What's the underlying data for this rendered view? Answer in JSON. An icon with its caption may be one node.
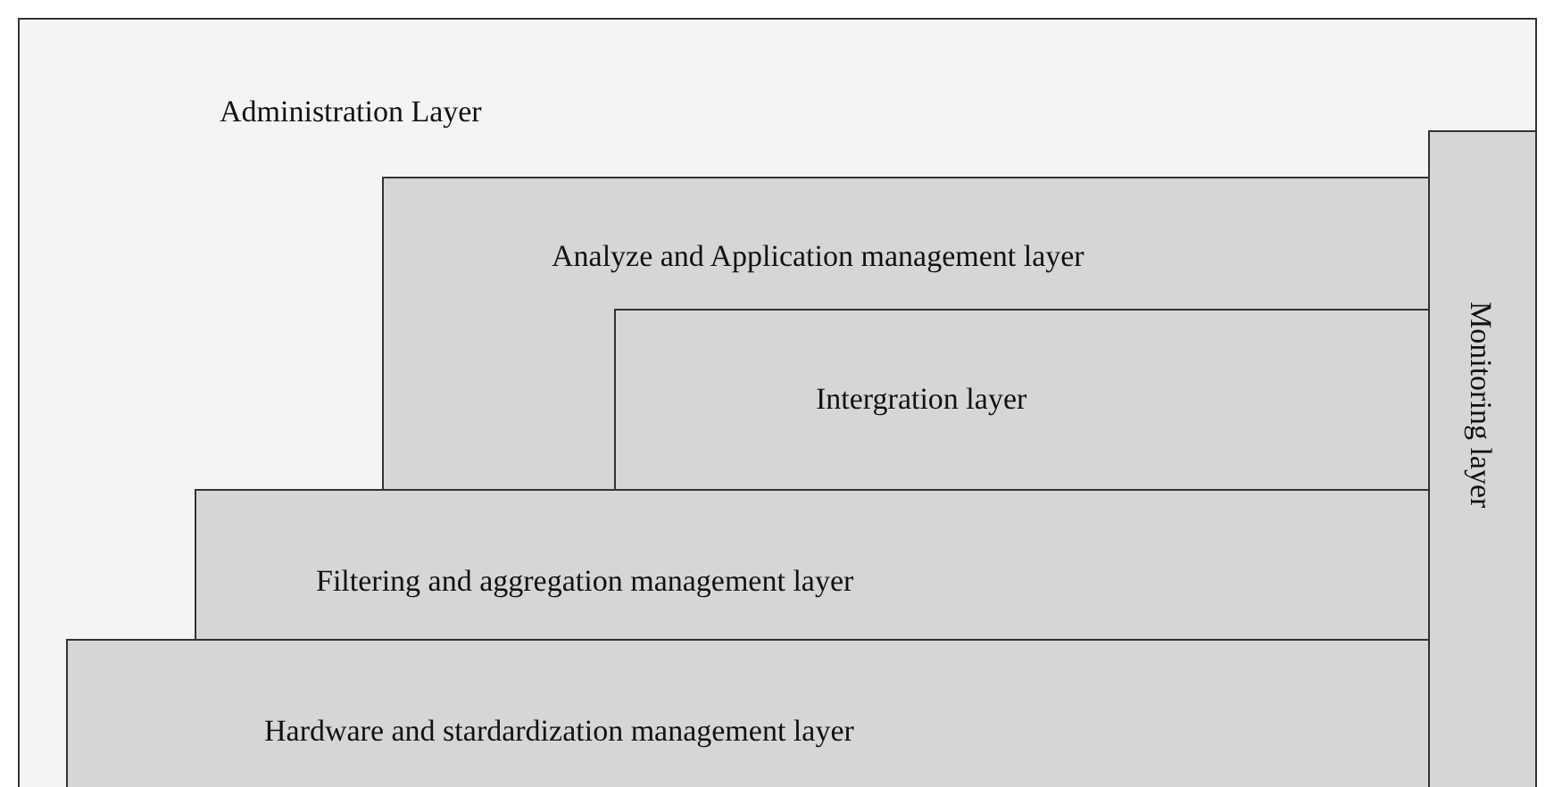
{
  "diagram": {
    "nodes": [
      {
        "text": [
          "Administration Layer"
        ]
      },
      {
        "text": [
          "Analyze and Application management layer"
        ],
        "in": 0
      },
      {
        "text": [
          "Intergration layer"
        ],
        "in": 1
      },
      {
        "text": [
          "Filtering and aggregation management layer"
        ],
        "in": 0
      },
      {
        "text": [
          "Hardware and stardardization management layer"
        ],
        "in": 0
      },
      {
        "text": [
          "Monitoring layer"
        ],
        "in": 0
      }
    ]
  }
}
